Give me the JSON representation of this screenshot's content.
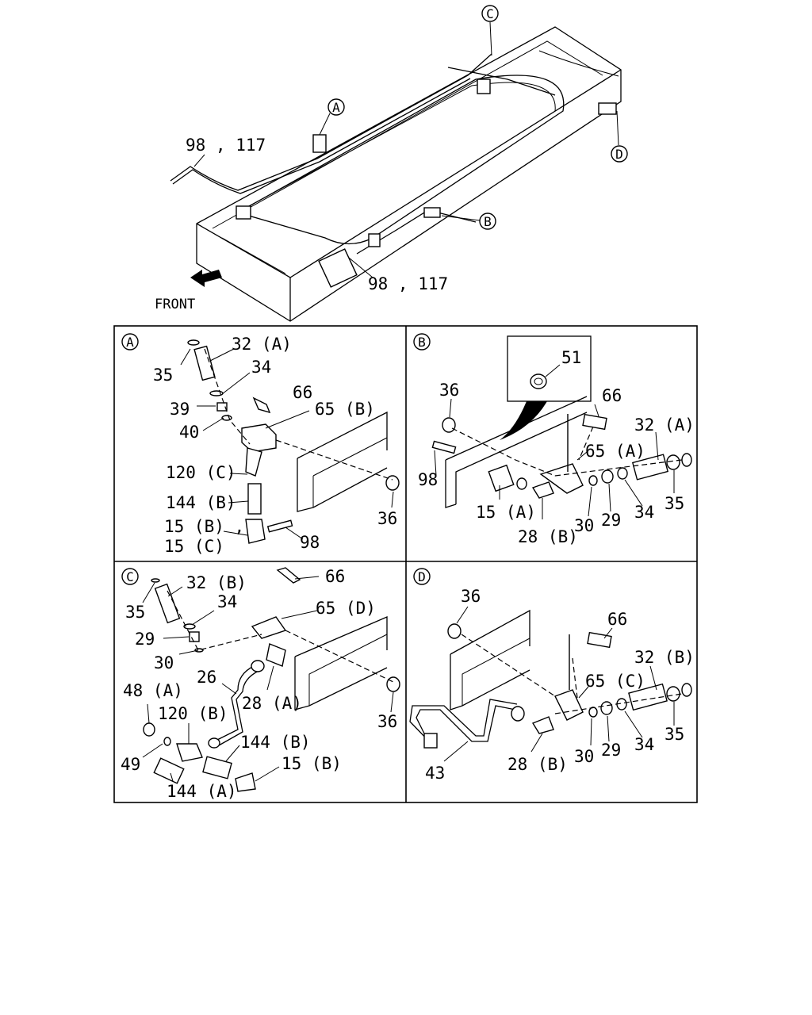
{
  "overview": {
    "front_label": "FRONT",
    "callout_pipe_top": "98 , 117",
    "callout_pipe_bottom": "98 , 117",
    "markers": [
      "A",
      "B",
      "C",
      "D"
    ]
  },
  "panels": {
    "A": {
      "marker": "A",
      "labels": {
        "p32a": "32 (A)",
        "p35": "35",
        "p34": "34",
        "p66": "66",
        "p39": "39",
        "p65b": "65 (B)",
        "p40": "40",
        "p120c": "120 (C)",
        "p144b": "144 (B)",
        "p15b": "15 (B) ,",
        "p15c": "15 (C)",
        "p98": "98",
        "p36": "36"
      }
    },
    "B": {
      "marker": "B",
      "labels": {
        "p51": "51",
        "p36": "36",
        "p66": "66",
        "p32a": "32 (A)",
        "p65a": "65 (A)",
        "p98": "98",
        "p15a": "15 (A)",
        "p35": "35",
        "p34": "34",
        "p29": "29",
        "p30": "30",
        "p28b": "28 (B)"
      }
    },
    "C": {
      "marker": "C",
      "labels": {
        "p32b": "32 (B)",
        "p66": "66",
        "p35": "35",
        "p34": "34",
        "p65d": "65 (D)",
        "p29": "29",
        "p30": "30",
        "p26": "26",
        "p28a": "28 (A)",
        "p48a": "48 (A)",
        "p120b": "120 (B)",
        "p36": "36",
        "p144b": "144 (B)",
        "p49": "49",
        "p15b": "15 (B)",
        "p144a": "144 (A)"
      }
    },
    "D": {
      "marker": "D",
      "labels": {
        "p36": "36",
        "p66": "66",
        "p32b": "32 (B)",
        "p65c": "65 (C)",
        "p30": "30",
        "p29": "29",
        "p34": "34",
        "p35": "35",
        "p28b": "28 (B)",
        "p43": "43"
      }
    }
  }
}
